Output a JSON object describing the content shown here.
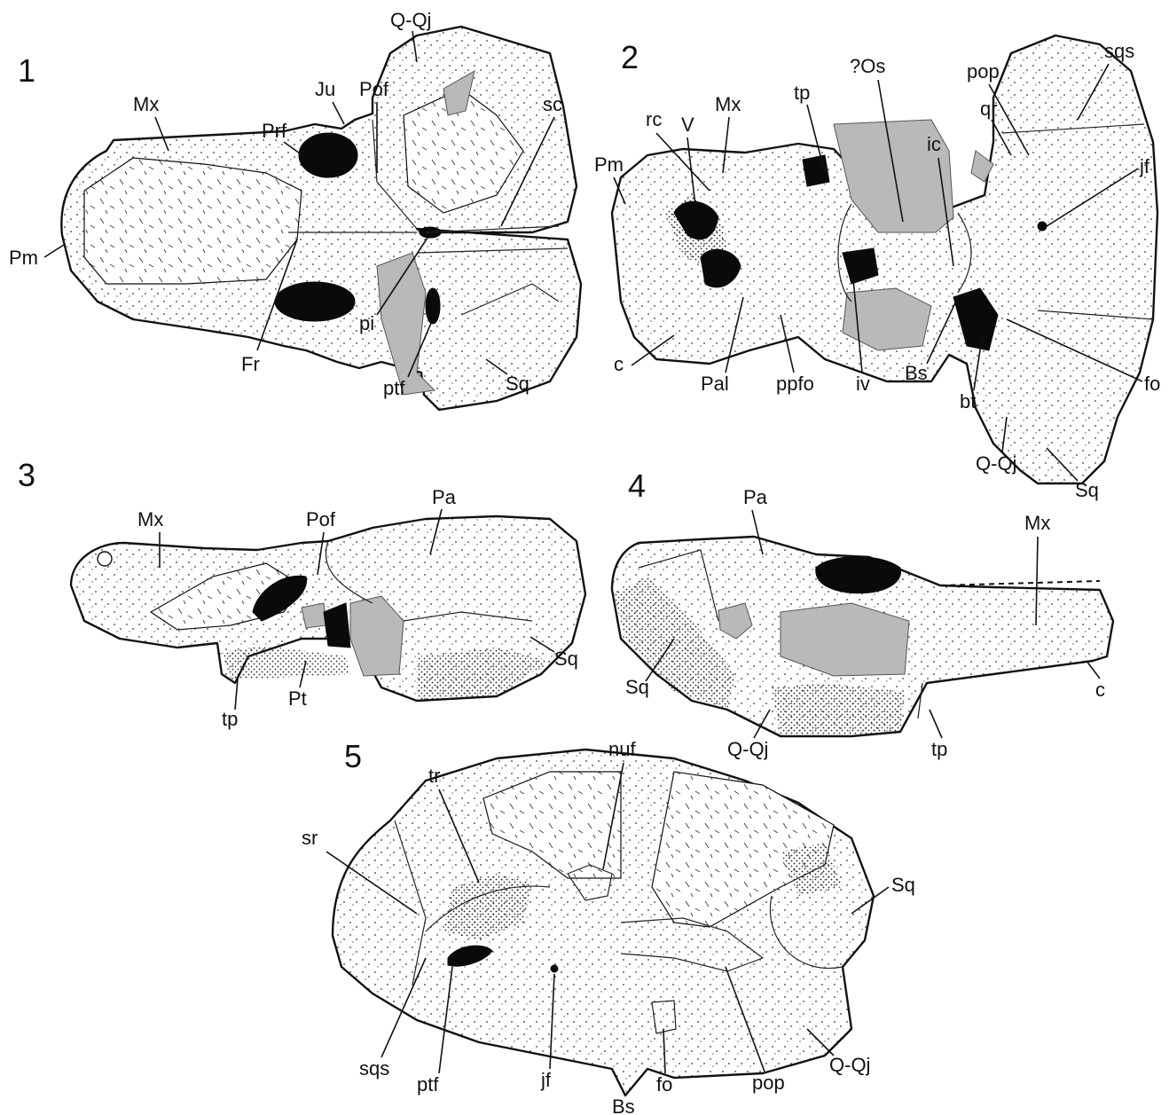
{
  "panels": [
    {
      "number": "1",
      "labels": [
        "Q-Qj",
        "Mx",
        "Ju",
        "Pof",
        "Prf",
        "sc",
        "Pm",
        "Fr",
        "pi",
        "ptf",
        "Sq"
      ]
    },
    {
      "number": "2",
      "labels": [
        "?Os",
        "sqs",
        "pop",
        "tp",
        "qr",
        "rc",
        "V",
        "Mx",
        "Pm",
        "ic",
        "jf",
        "c",
        "Pal",
        "ppfo",
        "iv",
        "Bs",
        "bt",
        "fo",
        "Q-Qj",
        "Sq"
      ]
    },
    {
      "number": "3",
      "labels": [
        "Mx",
        "Pof",
        "Pa",
        "Sq",
        "tp",
        "Pt"
      ]
    },
    {
      "number": "4",
      "labels": [
        "Pa",
        "Mx",
        "Sq",
        "c",
        "Q-Qj",
        "tp"
      ]
    },
    {
      "number": "5",
      "labels": [
        "nuf",
        "tr",
        "sr",
        "Sq",
        "sqs",
        "ptf",
        "jf",
        "Bs",
        "fo",
        "pop",
        "Q-Qj"
      ]
    }
  ],
  "colors": {
    "ink": "#111111",
    "bone_fill": "#ffffff",
    "matrix_gray": "#b9b9b9",
    "opening_black": "#0a0a0a"
  }
}
